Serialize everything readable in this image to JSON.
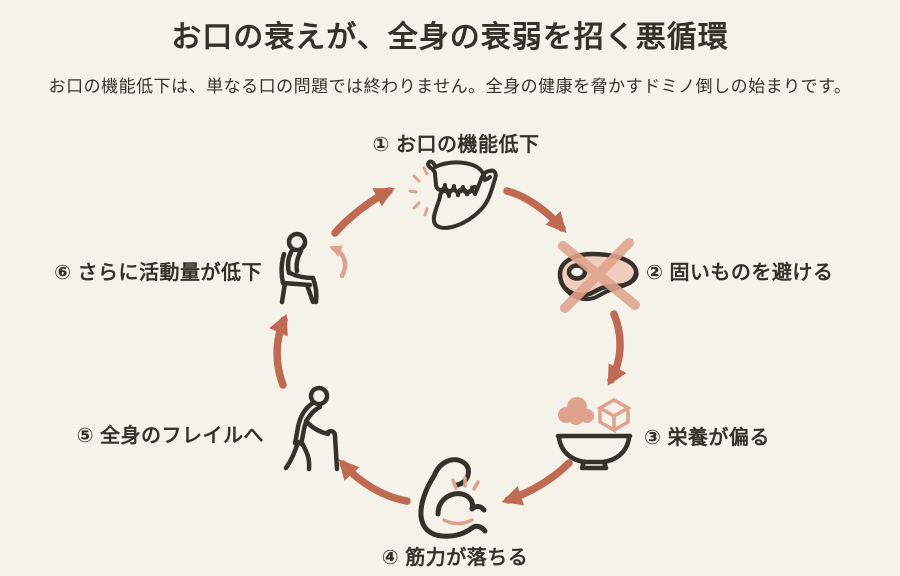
{
  "title": "お口の衰えが、全身の衰弱を招く悪循環",
  "subtitle": "お口の機能低下は、単なる口の問題では終わりません。全身の健康を脅かすドミノ倒しの始まりです。",
  "colors": {
    "background": "#f5f2ea",
    "ink": "#36322b",
    "accent": "#bf6a52",
    "accent_light": "#dfa38d",
    "accent_pale": "#f0cdbc"
  },
  "cycle": {
    "direction": "clockwise",
    "steps": [
      {
        "number": "①",
        "label": "お口の機能低下",
        "icon": "jaw-icon",
        "position": "top"
      },
      {
        "number": "②",
        "label": "固いものを避ける",
        "icon": "steak-crossed-icon",
        "position": "right-upper"
      },
      {
        "number": "③",
        "label": "栄養が偏る",
        "icon": "bowl-icon",
        "position": "right-lower"
      },
      {
        "number": "④",
        "label": "筋力が落ちる",
        "icon": "muscle-arm-icon",
        "position": "bottom"
      },
      {
        "number": "⑤",
        "label": "全身のフレイルへ",
        "icon": "elderly-cane-icon",
        "position": "left-lower"
      },
      {
        "number": "⑥",
        "label": "さらに活動量が低下",
        "icon": "sitting-person-icon",
        "position": "left-upper"
      }
    ]
  }
}
